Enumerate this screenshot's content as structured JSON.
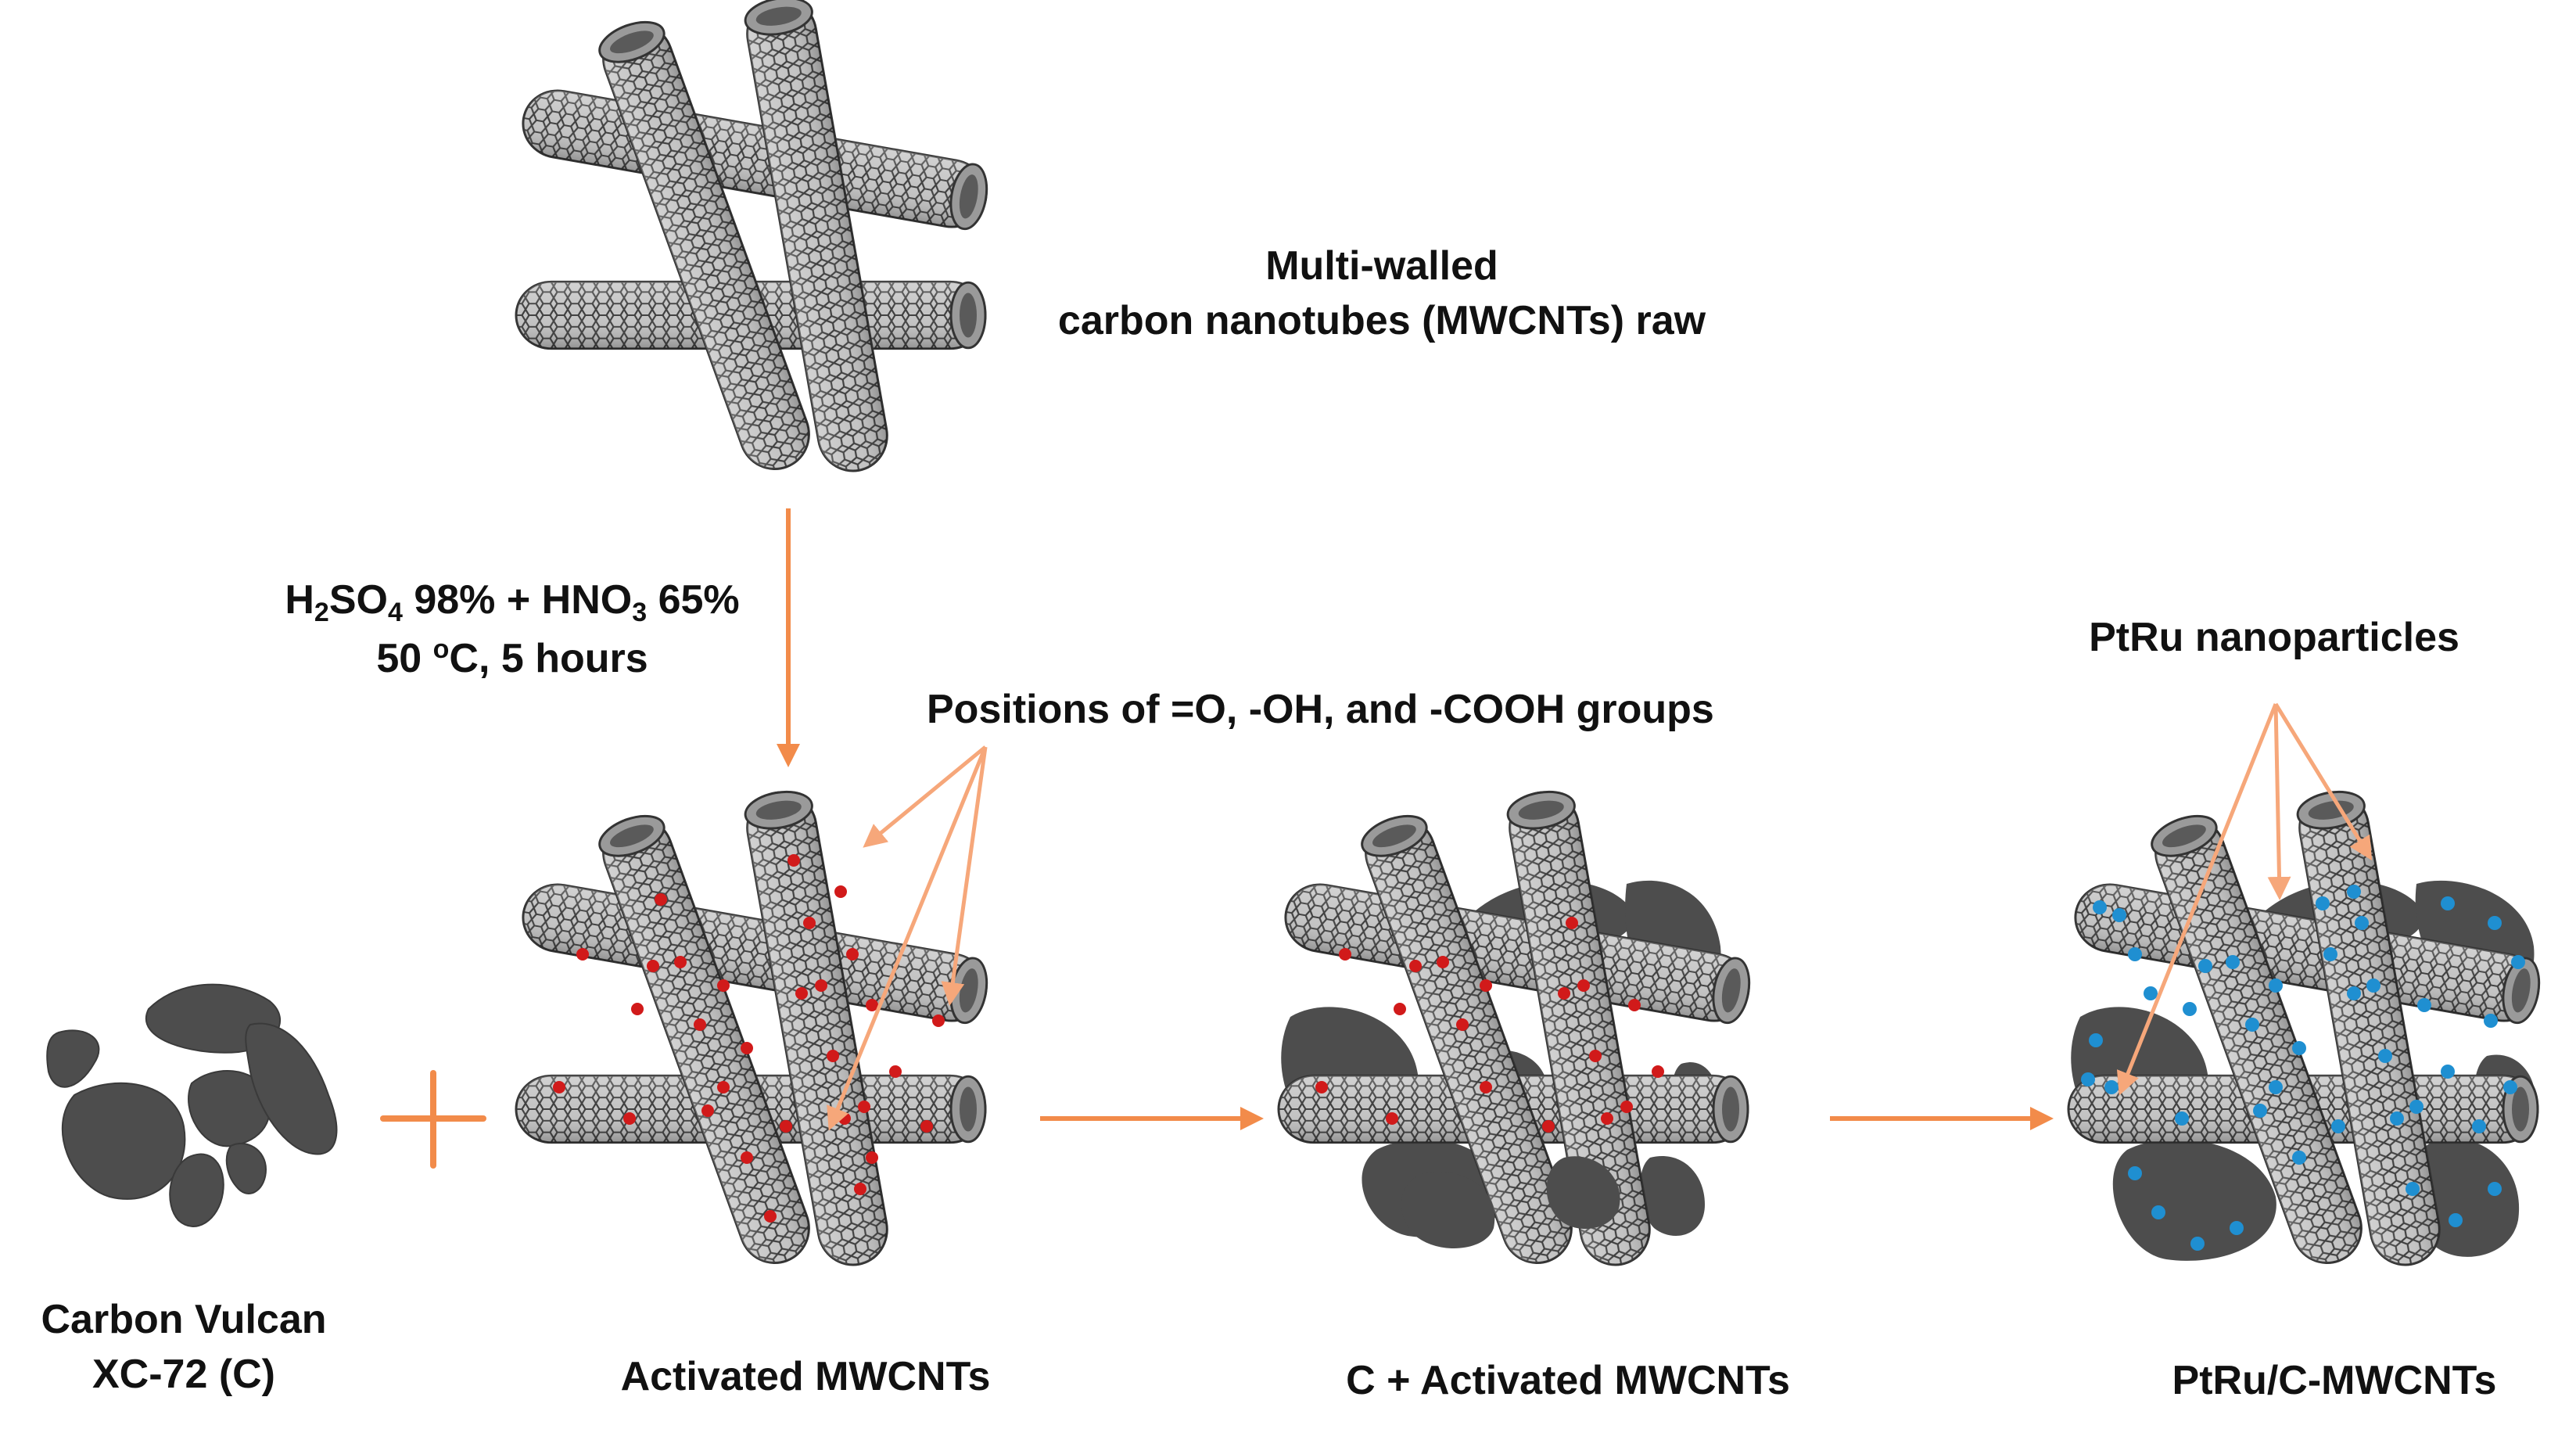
{
  "labels": {
    "raw": [
      "Multi-walled",
      "carbon nanotubes (MWCNTs) raw"
    ],
    "cond_acid": {
      "h2": "H",
      "sub2": "2",
      "so": "SO",
      "sub4": "4",
      "pct98": " 98% + HNO",
      "sub3": "3",
      "pct65": " 65%"
    },
    "cond_temp": {
      "t50": "50 ",
      "sup_o": "o",
      "rest": "C, 5 hours"
    },
    "positions": "Positions of =O, -OH, and -COOH groups",
    "ptru_np": "PtRu nanoparticles",
    "carbon_vulcan": [
      "Carbon Vulcan",
      "XC-72 (C)"
    ],
    "activated": "Activated MWCNTs",
    "c_activated": "C + Activated MWCNTs",
    "final": "PtRu/C-MWCNTs"
  },
  "colors": {
    "arrow": "#F28B4A",
    "tube_fill": "#b7b7b7",
    "tube_mesh": "#3d3d3d",
    "carbon": "#4d4d4d",
    "functional_group": "#d11a1a",
    "nanoparticle": "#1f8fd1"
  }
}
